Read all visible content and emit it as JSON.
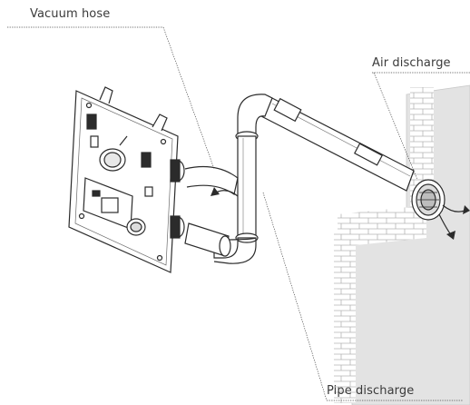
{
  "labels": {
    "vacuum_hose": "Vacuum hose",
    "air_discharge": "Air discharge",
    "pipe_discharge": "Pipe discharge"
  },
  "colors": {
    "line": "#2b2b2b",
    "wall": "#e3e3e3",
    "brick": "#b5b5b5",
    "background": "#ffffff"
  }
}
